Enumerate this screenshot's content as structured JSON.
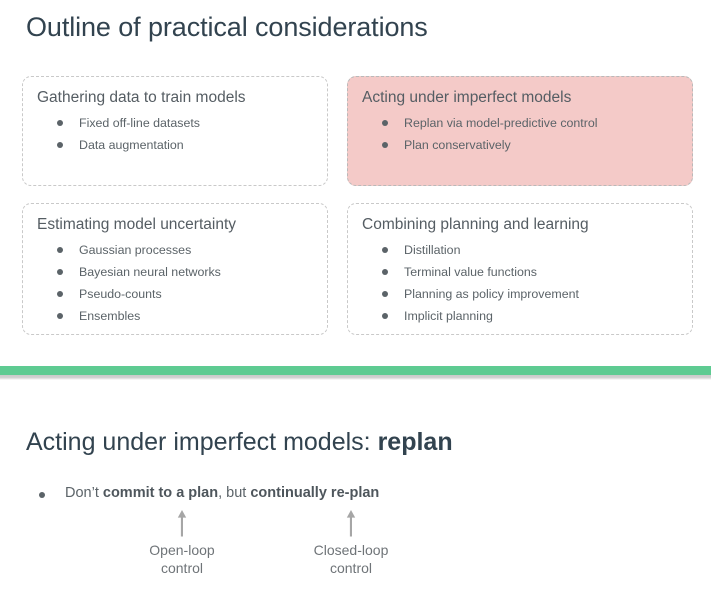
{
  "slide1": {
    "title": "Outline of practical considerations",
    "boxes": [
      {
        "heading": "Gathering data to train models",
        "items": [
          "Fixed off-line datasets",
          "Data augmentation"
        ],
        "highlighted": false
      },
      {
        "heading": "Acting under imperfect models",
        "items": [
          "Replan via model-predictive control",
          "Plan conservatively"
        ],
        "highlighted": true
      },
      {
        "heading": "Estimating model uncertainty",
        "items": [
          "Gaussian processes",
          "Bayesian neural networks",
          "Pseudo-counts",
          "Ensembles"
        ],
        "highlighted": false
      },
      {
        "heading": "Combining planning and learning",
        "items": [
          "Distillation",
          "Terminal value functions",
          "Planning as policy improvement",
          "Implicit planning"
        ],
        "highlighted": false
      }
    ]
  },
  "divider": {
    "green_color": "#5ecb92",
    "gray_color": "#cfcfcf"
  },
  "slide2": {
    "title_plain": "Acting under imperfect models: ",
    "title_bold": "replan",
    "bullet": {
      "part1": "Don’t ",
      "bold1": "commit to a plan",
      "part2": ", but ",
      "bold2": "continually re-plan"
    },
    "annotations": [
      {
        "icon": "up-arrow-icon",
        "line1": "Open-loop",
        "line2": "control"
      },
      {
        "icon": "up-arrow-icon",
        "line1": "Closed-loop",
        "line2": "control"
      }
    ]
  },
  "colors": {
    "highlight_fill": "#f4cac8",
    "box_border": "#c9c9c9",
    "title_text": "#32434f",
    "body_text": "#5b6368",
    "caption_text": "#6f7478"
  }
}
